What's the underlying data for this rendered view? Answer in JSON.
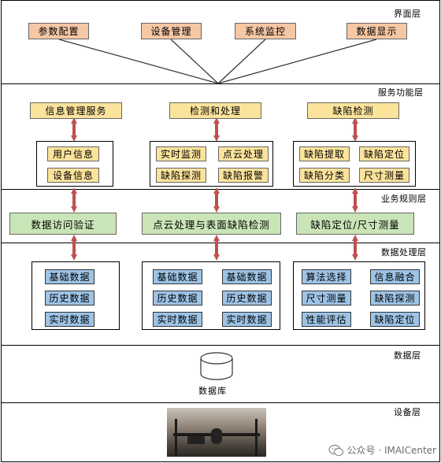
{
  "layers": [
    {
      "title": "界面层"
    },
    {
      "title": "服务功能层"
    },
    {
      "title": "业务规则层"
    },
    {
      "title": "数据处理层"
    },
    {
      "title": "数据层"
    },
    {
      "title": "设备层"
    }
  ],
  "interface": {
    "items": [
      "参数配置",
      "设备管理",
      "系统监控",
      "数据显示"
    ]
  },
  "services": {
    "headers": [
      "信息管理服务",
      "检测和处理",
      "缺陷检测"
    ],
    "info_items": [
      "用户信息",
      "设备信息"
    ],
    "detect_items": [
      "实时监测",
      "点云处理",
      "缺陷探测",
      "缺陷报警"
    ],
    "defect_items": [
      "缺陷提取",
      "缺陷定位",
      "缺陷分类",
      "尺寸测量"
    ]
  },
  "rules": {
    "items": [
      "数据访问验证",
      "点云处理与表面缺陷检测",
      "缺陷定位/尺寸测量"
    ]
  },
  "processing": {
    "left_items": [
      "基础数据",
      "历史数据",
      "实时数据"
    ],
    "mid_left": [
      "基础数据",
      "历史数据",
      "实时数据"
    ],
    "mid_right": [
      "基础数据",
      "历史数据",
      "实时数据"
    ],
    "right_left": [
      "算法选择",
      "尺寸测量",
      "性能评估"
    ],
    "right_right": [
      "信息融合",
      "缺陷探测",
      "缺陷定位"
    ]
  },
  "data_layer": {
    "label": "数据库"
  },
  "watermark": {
    "text": "公众号 · IMAICenter"
  },
  "colors": {
    "interface_box": "#f6c7a4",
    "service_box": "#fbe39c",
    "rule_box": "#c9e5b7",
    "data_box": "#9dc3e6",
    "arrow": "#c0504d"
  }
}
